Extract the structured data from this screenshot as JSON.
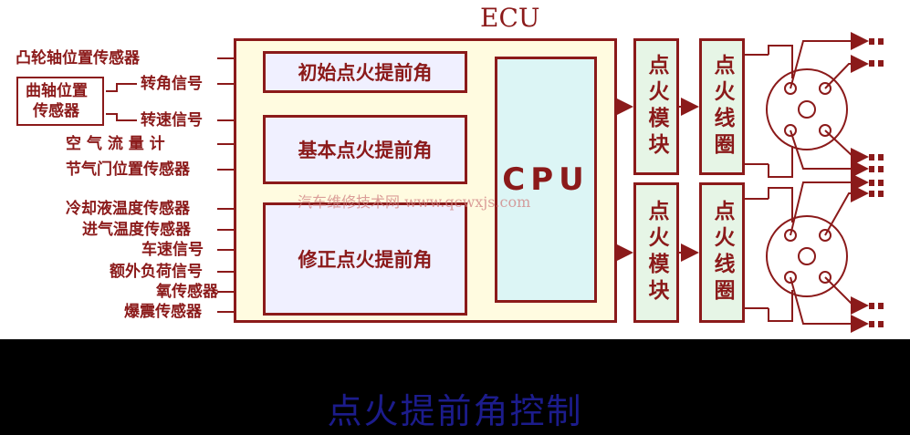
{
  "ecu": {
    "title": "ECU"
  },
  "inputs": {
    "camshaft": "凸轮轴位置传感器",
    "crank_sensor_line1": "曲轴位置",
    "crank_sensor_line2": "传感器",
    "crank_angle_signal": "转角信号",
    "crank_speed_signal": "转速信号",
    "airflow": "空 气 流 量 计",
    "throttle": "节气门位置传感器",
    "coolant_temp": "冷却液温度传感器",
    "intake_temp": "进气温度传感器",
    "vehicle_speed": "车速信号",
    "extra_load": "额外负荷信号",
    "oxygen": "氧传感器",
    "knock": "爆震传感器"
  },
  "blocks": {
    "initial": "初始点火提前角",
    "basic": "基本点火提前角",
    "correction": "修正点火提前角",
    "cpu": "CPU"
  },
  "outputs": {
    "module1": "点火模块",
    "module2": "点火模块",
    "coil1": "点火线圈",
    "coil2": "点火线圈"
  },
  "watermark": "汽车维修技术网 www.qcwxjs.com",
  "caption": "点火提前角控制",
  "colors": {
    "line": "#8b1a1a",
    "ecu_fill": "#fffbe0",
    "block_fill": "#f0f0ff",
    "cpu_fill": "#dcf5f5",
    "module_fill": "#e6f5e6",
    "caption": "#1c1c8c"
  }
}
